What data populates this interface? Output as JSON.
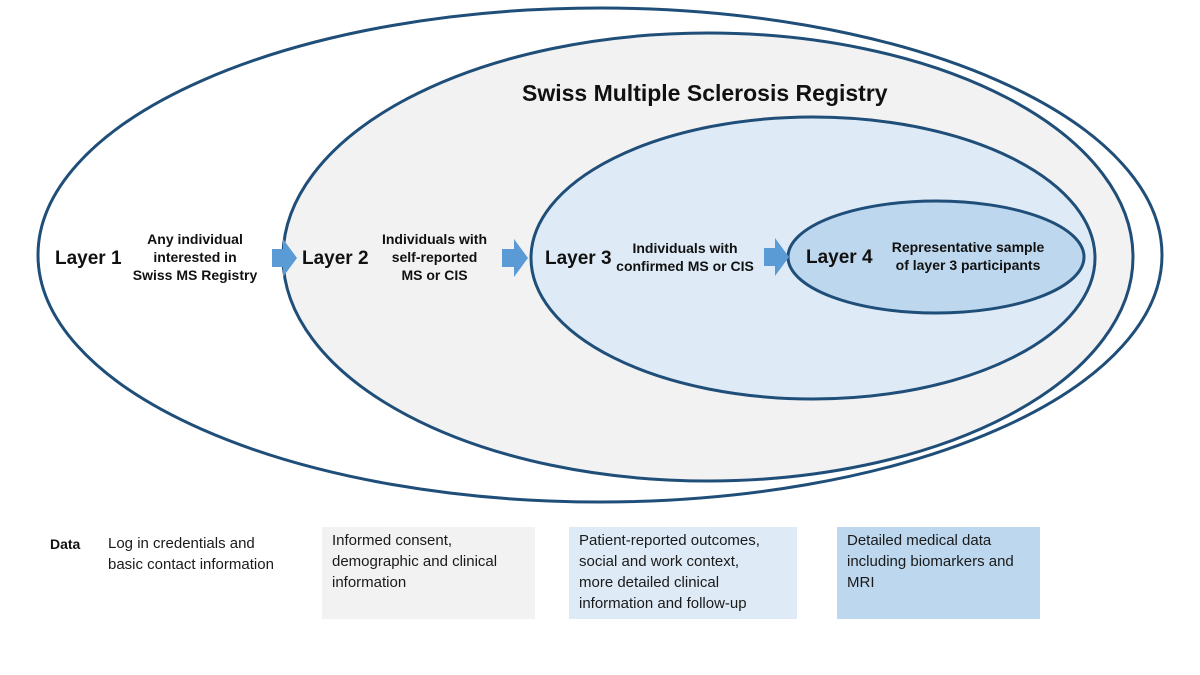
{
  "title": "Swiss Multiple Sclerosis Registry",
  "colors": {
    "outline": "#1f4e79",
    "layer1_fill": "#ffffff",
    "layer2_fill": "#f2f2f2",
    "layer3_fill": "#deebf7",
    "layer4_fill": "#bdd7ee",
    "arrow": "#5b9bd5"
  },
  "layers": [
    {
      "name": "Layer 1",
      "description": [
        "Any individual",
        "interested in",
        "Swiss MS Registry"
      ]
    },
    {
      "name": "Layer 2",
      "description": [
        "Individuals with",
        "self-reported",
        "MS or CIS"
      ]
    },
    {
      "name": "Layer 3",
      "description": [
        "Individuals with",
        "confirmed MS or CIS"
      ]
    },
    {
      "name": "Layer 4",
      "description": [
        "Representative sample",
        "of layer 3 participants"
      ]
    }
  ],
  "data_section": {
    "label": "Data",
    "boxes": [
      {
        "lines": [
          "Log in credentials and",
          "basic contact information"
        ]
      },
      {
        "lines": [
          "Informed consent,",
          "demographic and clinical",
          "information"
        ]
      },
      {
        "lines": [
          "Patient-reported outcomes,",
          "social and work context,",
          "more detailed  clinical",
          "information and follow-up"
        ]
      },
      {
        "lines": [
          "Detailed medical data",
          "including biomarkers and",
          "MRI"
        ]
      }
    ]
  }
}
